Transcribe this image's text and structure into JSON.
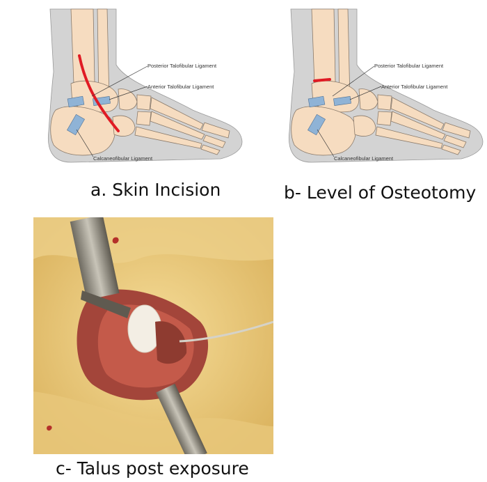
{
  "panel_a": {
    "labels": {
      "posterior": "Posterior Talofibular Ligament",
      "anterior": "Anterior Talofibular Ligament",
      "calcaneo": "Calcaneofibular Ligament"
    },
    "caption": "a. Skin Incision"
  },
  "panel_b": {
    "labels": {
      "posterior": "Posterior Talofibular Ligament",
      "anterior": "Anterior Talofibular Ligament",
      "calcaneo": "Calcaneofibular Ligament"
    },
    "caption": "b- Level of Osteotomy"
  },
  "panel_c": {
    "caption": "c- Talus post exposure"
  },
  "colors": {
    "skin": "#d3d3d3",
    "bone": "#f6dcc0",
    "ligament": "#8fb3d6",
    "incision": "#e01b24",
    "tissue": "#f1d48b"
  }
}
